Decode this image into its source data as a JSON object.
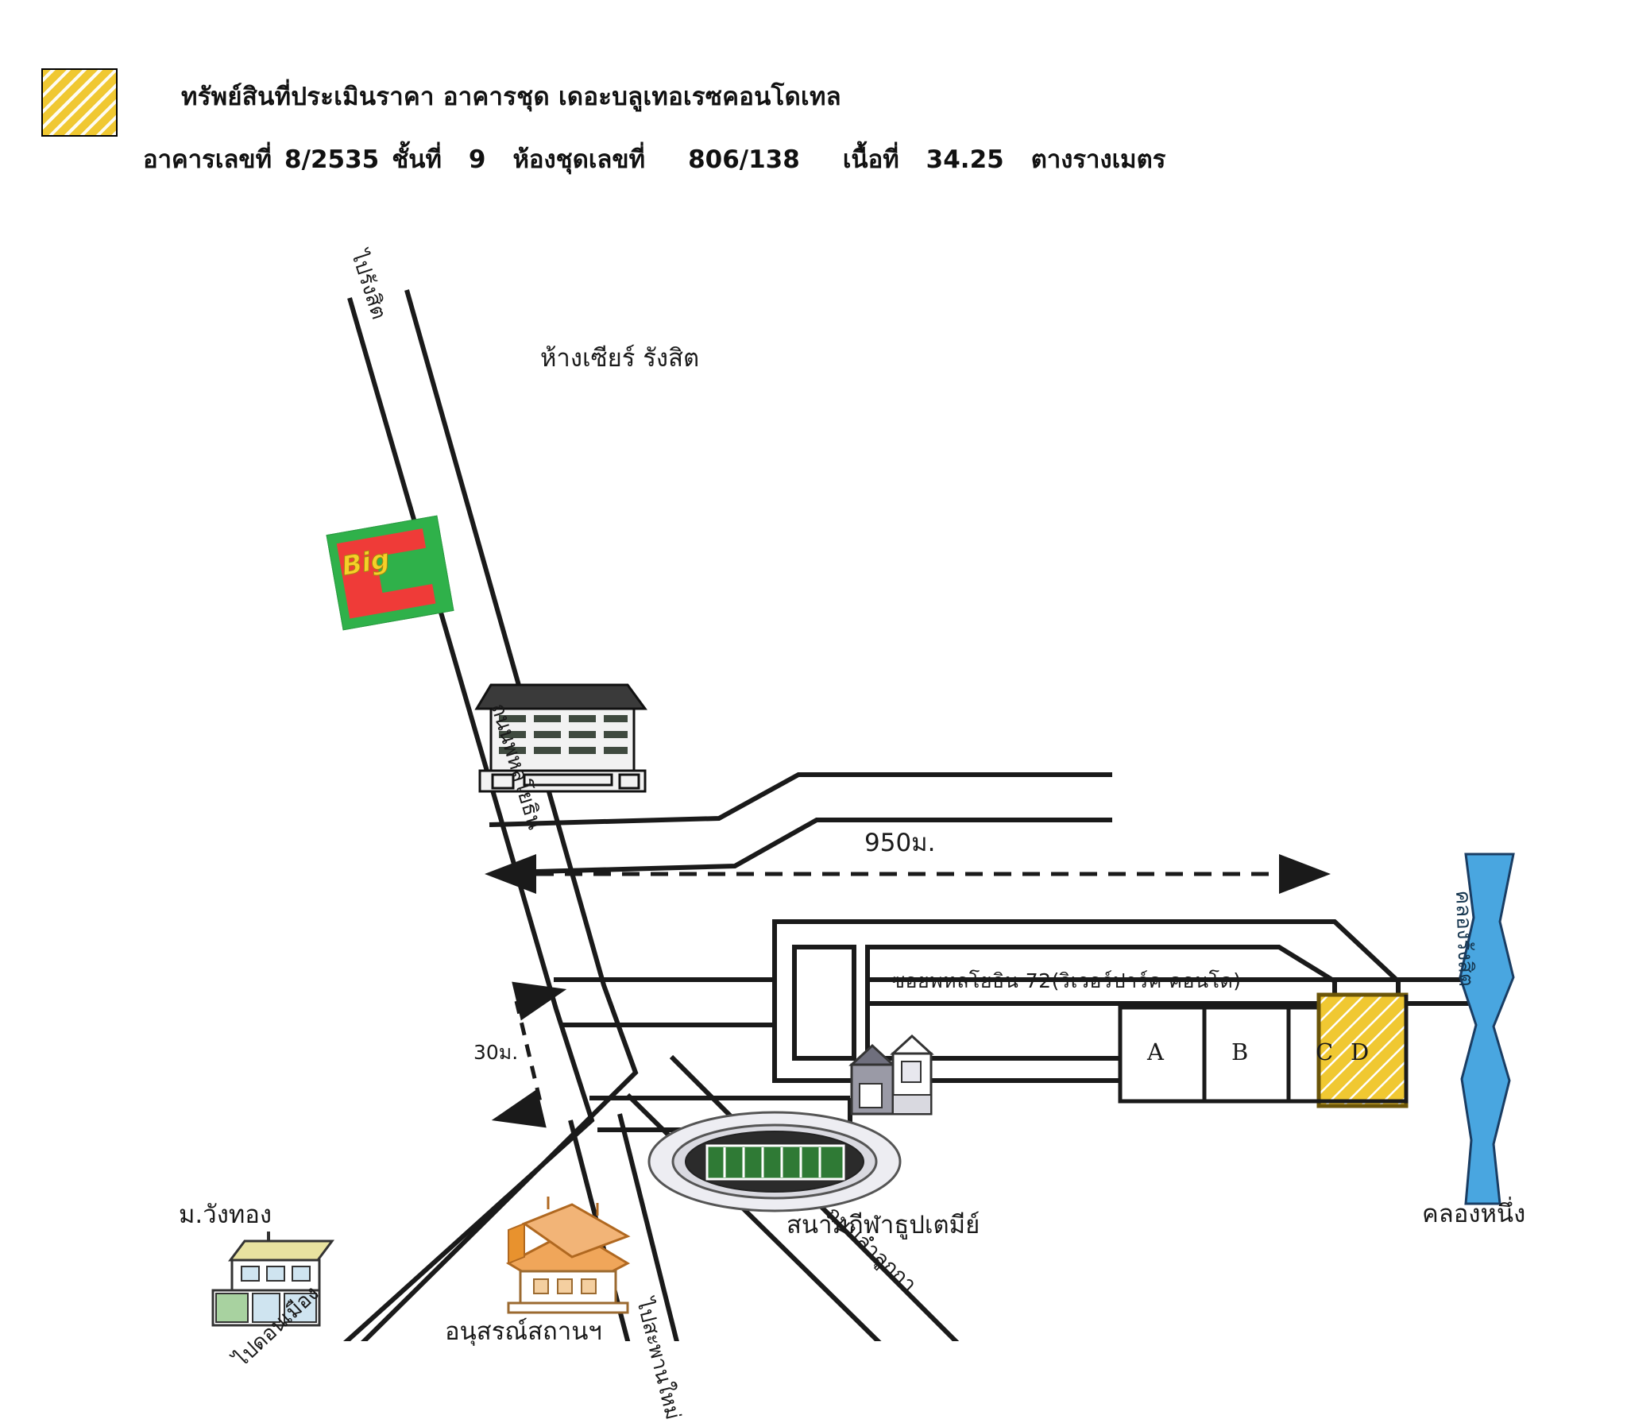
{
  "header": {
    "legend_swatch_name": "subject-property-hatch",
    "legend_swatch_color": "#f0c832",
    "title": "ทรัพย์สินที่ประเมินราคา อาคารชุด เดอะบลูเทอเรซคอนโดเทล",
    "fields": {
      "building_no_label": "อาคารเลขที่",
      "building_no_value": "8/2535",
      "floor_label": "ชั้นที่",
      "floor_value": "9",
      "unit_label": "ห้องชุดเลขที่",
      "unit_value": "806/138",
      "area_label": "เนื้อที่",
      "area_value": "34.25",
      "area_unit": "ตางรางเมตร"
    }
  },
  "map": {
    "roads": {
      "to_rangsit": "ไปรังสิต",
      "phahonyothin": "ถนนพหลโยธิน",
      "soi": "ซอยพหลโยธิน 72(ริเวอร์ปาร์ค คอนโด)",
      "to_don_mueang": "ไปดอนเมือง",
      "to_saphan_mai": "ไปสะพานใหม่",
      "lam_luk_ka": "ถนนลำลูกกา"
    },
    "places": {
      "zeer_rangsit": "ห้างเซียร์ รังสิต",
      "big_c": "Big",
      "wang_thong": "ม.วังทอง",
      "memorial": "อนุสรณ์สถานฯ",
      "stadium": "สนามกีฬาธูปเตมีย์",
      "khlong_rangsit": "คลองรังสิต",
      "khlong_nueng": "คลองหนึ่ง"
    },
    "dimensions": {
      "distance_950": "950ม.",
      "distance_30": "30ม."
    },
    "plots": [
      {
        "label": "A",
        "highlighted": false
      },
      {
        "label": "B",
        "highlighted": false
      },
      {
        "label": "C",
        "highlighted": false
      },
      {
        "label": "D",
        "highlighted": true
      }
    ],
    "colors": {
      "highlight": "#f0c832",
      "canal": "#49a6e0",
      "road_line": "#1a1a1a",
      "stadium_field": "#2f7a35",
      "bigc_green": "#2fb14a",
      "bigc_red": "#ef3b38",
      "bigc_yellow": "#f6d028",
      "temple_roof": "#e8922e"
    }
  }
}
